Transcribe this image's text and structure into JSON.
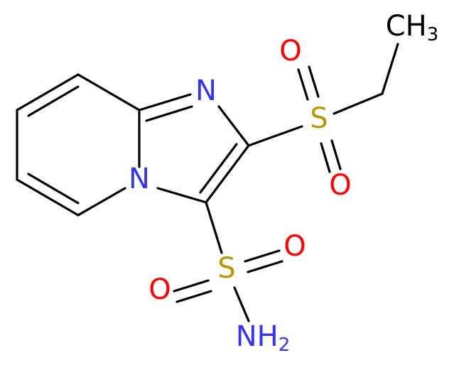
{
  "atoms": {
    "n_ring": {
      "label": "N",
      "color": "#3333ff"
    },
    "n_bridge": {
      "label": "N",
      "color": "#3333ff"
    },
    "s_ethyl": {
      "label": "S",
      "color": "#b29a00"
    },
    "o_ethyl_top": {
      "label": "O",
      "color": "#ff0000"
    },
    "o_ethyl_bottom": {
      "label": "O",
      "color": "#ff0000"
    },
    "ch3": {
      "label": "CH",
      "subscript": "3",
      "color": "#000000"
    },
    "s_amide": {
      "label": "S",
      "color": "#b29a00"
    },
    "o_amide_right": {
      "label": "O",
      "color": "#ff0000"
    },
    "o_amide_left": {
      "label": "O",
      "color": "#ff0000"
    },
    "nh2": {
      "label": "NH",
      "subscript": "2",
      "color": "#3333ff"
    }
  }
}
